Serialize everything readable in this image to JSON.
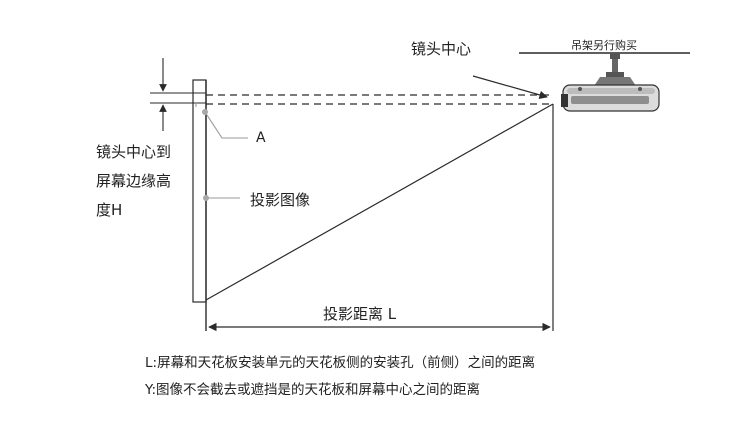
{
  "labels": {
    "lens_center": "镜头中心",
    "mount_note": "吊架另行购买",
    "height_line1": "镜头中心到",
    "height_line2": "屏幕边缘高",
    "height_line3": "度H",
    "point_a": "A",
    "projected_image": "投影图像",
    "throw_distance": "投影距离 L"
  },
  "notes": {
    "l_definition": "L:屏幕和天花板安装单元的天花板侧的安装孔（前侧）之间的距离",
    "y_definition": "Y:图像不会截去或遮挡是的天花板和屏幕中心之间的距离"
  },
  "colors": {
    "line": "#2a2a2a",
    "leader": "#9a9a9a",
    "dot": "#a8a8a8"
  }
}
